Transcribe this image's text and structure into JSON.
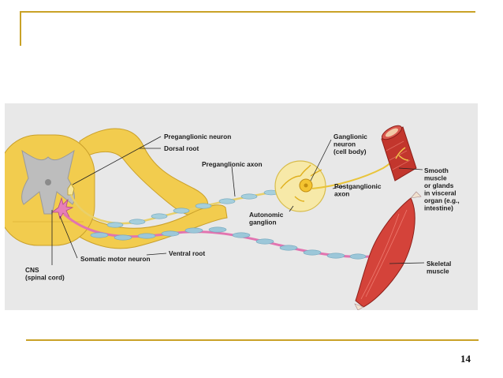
{
  "page_number": "14",
  "diagram": {
    "background_color": "#e8e8e8",
    "labels": {
      "preganglionic_neuron": "Preganglionic neuron",
      "dorsal_root": "Dorsal root",
      "preganglionic_axon": "Preganglionic axon",
      "ganglionic_neuron": [
        "Ganglionic",
        "neuron",
        "(cell body)"
      ],
      "smooth_muscle": [
        "Smooth",
        "muscle",
        "or glands",
        "in visceral",
        "organ (e.g.,",
        "intestine)"
      ],
      "postganglionic_axon": [
        "Postganglionic",
        "axon"
      ],
      "autonomic_ganglion": [
        "Autonomic",
        "ganglion"
      ],
      "ventral_root": "Ventral root",
      "somatic_motor_neuron": "Somatic motor neuron",
      "cns": [
        "CNS",
        "(spinal cord)"
      ],
      "skeletal_muscle": [
        "Skeletal",
        "muscle"
      ]
    }
  }
}
